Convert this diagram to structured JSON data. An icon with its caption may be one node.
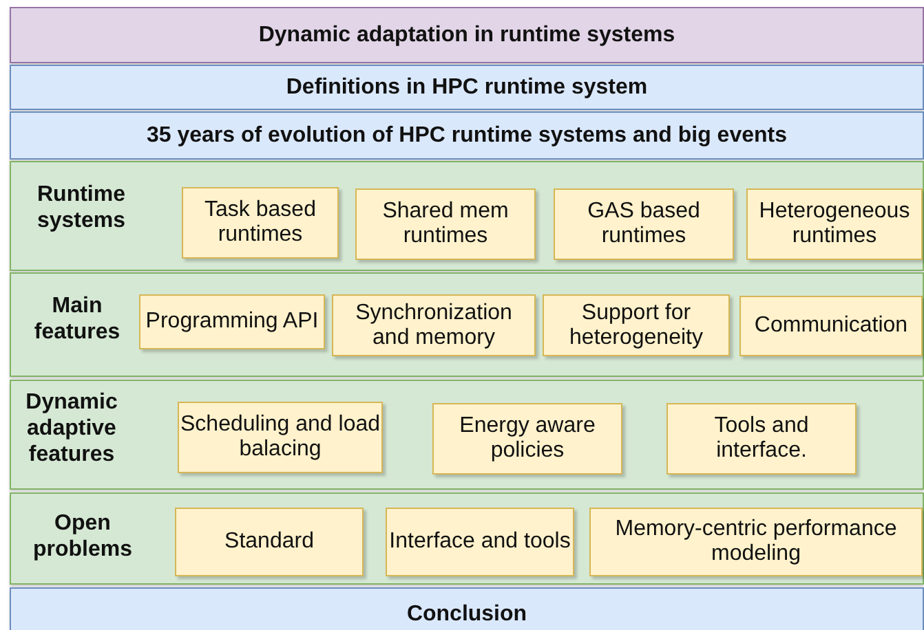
{
  "diagram": {
    "nodes": [
      {
        "text": [
          "Dynamic adaptation in runtime systems"
        ]
      },
      {
        "text": [
          "Definitions in HPC runtime system"
        ]
      },
      {
        "text": [
          "35 years of evolution of HPC runtime systems and big events"
        ]
      },
      {
        "text": [
          "Runtime systems"
        ]
      },
      {
        "text": [
          "Task based runtimes"
        ],
        "in": 3
      },
      {
        "text": [
          "Shared mem runtimes"
        ],
        "in": 3
      },
      {
        "text": [
          "GAS based runtimes"
        ],
        "in": 3
      },
      {
        "text": [
          "Heterogeneous runtimes"
        ],
        "in": 3
      },
      {
        "text": [
          "Main features"
        ]
      },
      {
        "text": [
          "Programming API"
        ],
        "in": 8
      },
      {
        "text": [
          "Synchronization and memory"
        ],
        "in": 8
      },
      {
        "text": [
          "Support for heterogeneity"
        ],
        "in": 8
      },
      {
        "text": [
          "Communication"
        ],
        "in": 8
      },
      {
        "text": [
          "Dynamic adaptive features"
        ]
      },
      {
        "text": [
          "Scheduling and load balacing"
        ],
        "in": 13
      },
      {
        "text": [
          "Energy aware policies"
        ],
        "in": 13
      },
      {
        "text": [
          "Tools and interface."
        ],
        "in": 13
      },
      {
        "text": [
          "Open problems"
        ]
      },
      {
        "text": [
          "Standard"
        ],
        "in": 17
      },
      {
        "text": [
          "Interface and tools"
        ],
        "in": 17
      },
      {
        "text": [
          "Memory-centric performance modeling"
        ],
        "in": 17
      },
      {
        "text": [
          "Conclusion"
        ]
      }
    ]
  }
}
